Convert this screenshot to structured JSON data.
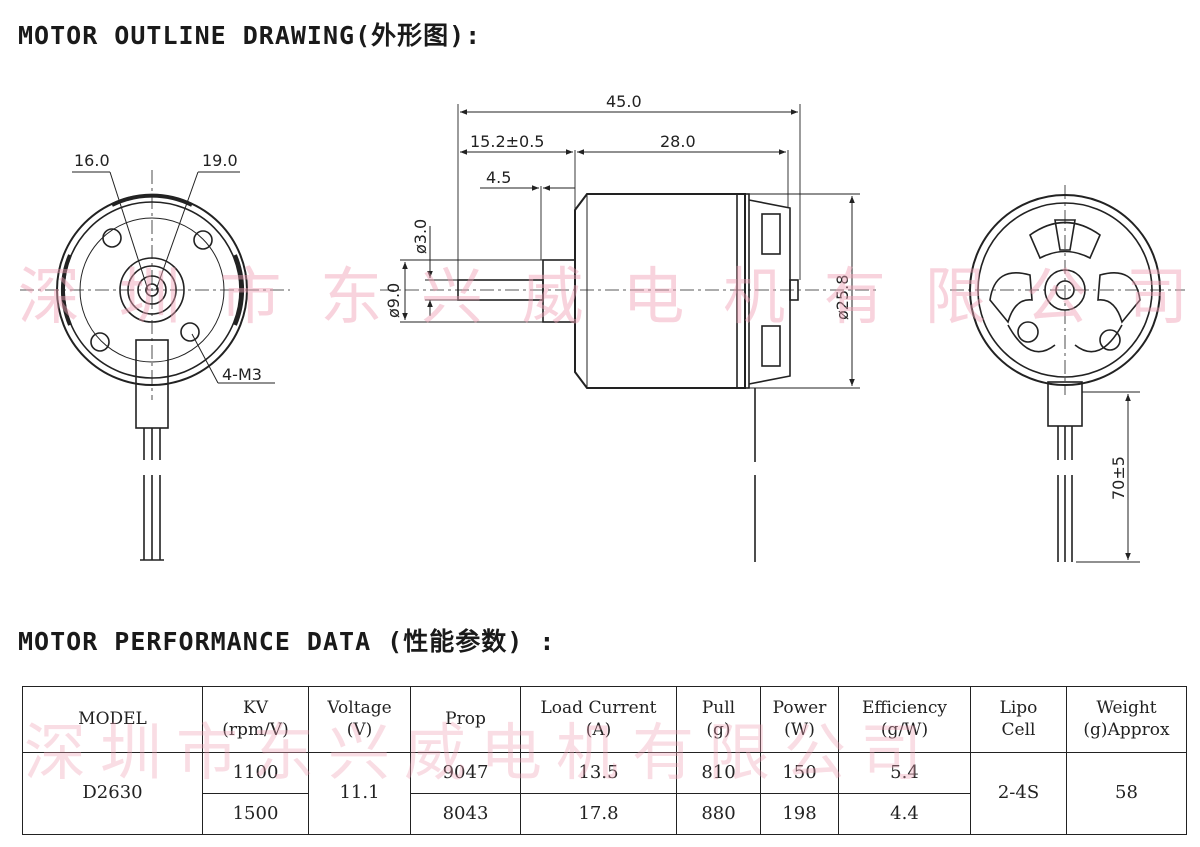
{
  "titles": {
    "outline": "MOTOR OUTLINE DRAWING(外形图):",
    "performance": "MOTOR PERFORMANCE DATA (性能参数) :"
  },
  "dimensions": {
    "front_left": "16.0",
    "front_right": "19.0",
    "front_holes": "4-M3",
    "overall_length": "45.0",
    "shaft_length": "15.2±0.5",
    "body_length": "28.0",
    "shaft_step": "4.5",
    "shaft_dia_small": "ø3.0",
    "shaft_dia_large": "ø9.0",
    "body_dia": "ø25.8",
    "lead_length": "70±5"
  },
  "watermark": "深圳市东兴威电机有限公司",
  "table": {
    "headers": {
      "model": "MODEL",
      "kv": [
        "KV",
        "(rpm/V)"
      ],
      "voltage": [
        "Voltage",
        "(V)"
      ],
      "prop": "Prop",
      "current": [
        "Load Current",
        "(A)"
      ],
      "pull": [
        "Pull",
        "(g)"
      ],
      "power": [
        "Power",
        "(W)"
      ],
      "efficiency": [
        "Efficiency",
        "(g/W)"
      ],
      "lipo": [
        "Lipo",
        "Cell"
      ],
      "weight": [
        "Weight",
        "(g)Approx"
      ]
    },
    "model": "D2630",
    "voltage": "11.1",
    "lipo": "2-4S",
    "weight": "58",
    "rows": [
      {
        "kv": "1100",
        "prop": "9047",
        "current": "13.5",
        "pull": "810",
        "power": "150",
        "efficiency": "5.4"
      },
      {
        "kv": "1500",
        "prop": "8043",
        "current": "17.8",
        "pull": "880",
        "power": "198",
        "efficiency": "4.4"
      }
    ]
  }
}
